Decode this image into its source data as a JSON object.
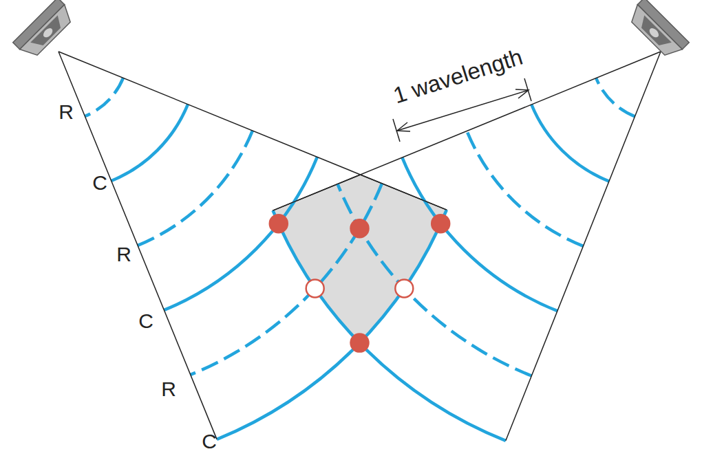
{
  "diagram": {
    "labels": [
      "1 wavelength",
      "R",
      "C",
      "R",
      "C",
      "R",
      "C"
    ]
  }
}
